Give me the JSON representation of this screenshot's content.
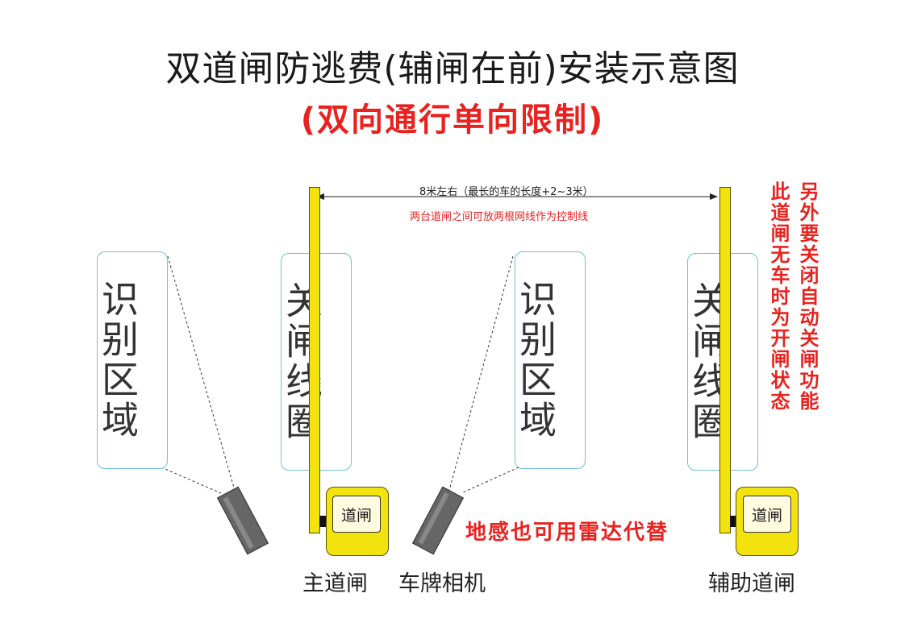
{
  "title": "双道闸防逃费(辅闸在前)安装示意图",
  "subtitle": "(双向通行单向限制)",
  "dimension": {
    "label": "8米左右（最长的车的长度+2~3米）",
    "note": "两台道闸之间可放两根网线作为控制线"
  },
  "zones": {
    "recognition_left": "识别区域",
    "loop_left": "关闸线圈",
    "recognition_right": "识别区域",
    "loop_right": "关闸线圈"
  },
  "cabinet_label": "道闸",
  "captions": {
    "main_gate": "主道闸",
    "camera": "车牌相机",
    "aux_gate": "辅助道闸"
  },
  "notes": {
    "radar": "地感也可用雷达代替",
    "side_1": "此道闸无车时为开闸状态",
    "side_2": "另外要关闭自动关闸功能"
  },
  "colors": {
    "accent_red": "#e8231f",
    "barrier_yellow": "#f2e30f",
    "zone_border": "#6cc3d5"
  }
}
